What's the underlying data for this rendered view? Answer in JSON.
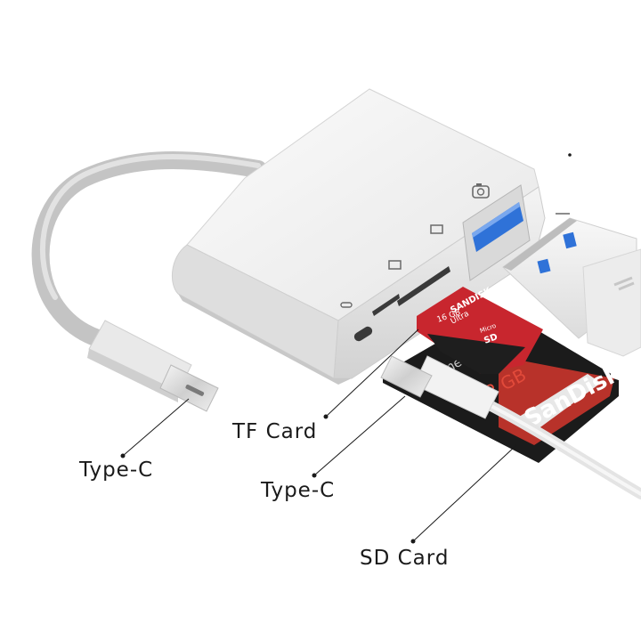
{
  "labels": {
    "typec_left": "Type-C",
    "tf_card": "TF Card",
    "typec_mid": "Type-C",
    "sd_card": "SD Card"
  },
  "tf_card_print": {
    "brand": "SANDISK",
    "line": "Ultra",
    "capacity": "16 GB",
    "micro": "Micro",
    "sd": "SD"
  },
  "sd_card_print": {
    "capacity": "2 GB",
    "brand": "SanDisk",
    "partial": "me"
  },
  "colors": {
    "hub_body": "#eeeeee",
    "cable": "#c9c9c9",
    "sd_card": "#1b1b1b",
    "tf_card": "#c8262e",
    "usb_insert": "#2f72d8",
    "label_text": "#1a1a1a"
  },
  "icons": [
    "camera-icon",
    "sd-card-icon",
    "tf-card-icon",
    "charge-led-icon"
  ]
}
